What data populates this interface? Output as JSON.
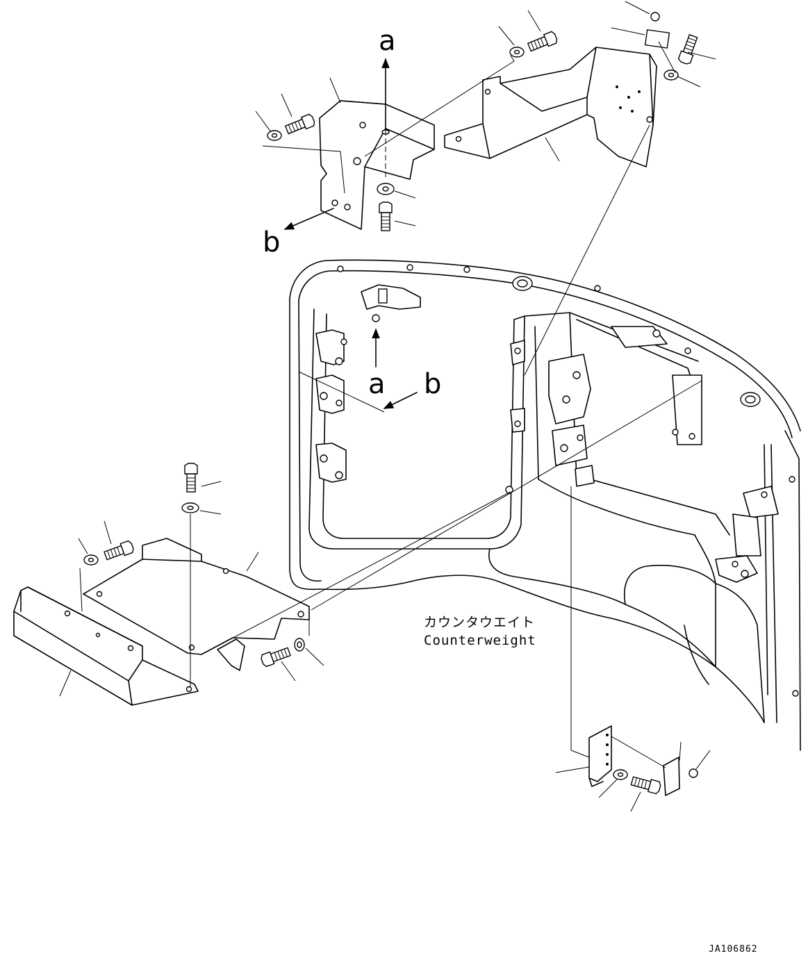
{
  "labels": {
    "view_a_top": "a",
    "view_b_top": "b",
    "view_a_frame": "a",
    "view_b_frame": "b"
  },
  "caption": {
    "jp": "カウンタウエイト",
    "en": "Counterweight"
  },
  "drawing_code": "JA106862"
}
